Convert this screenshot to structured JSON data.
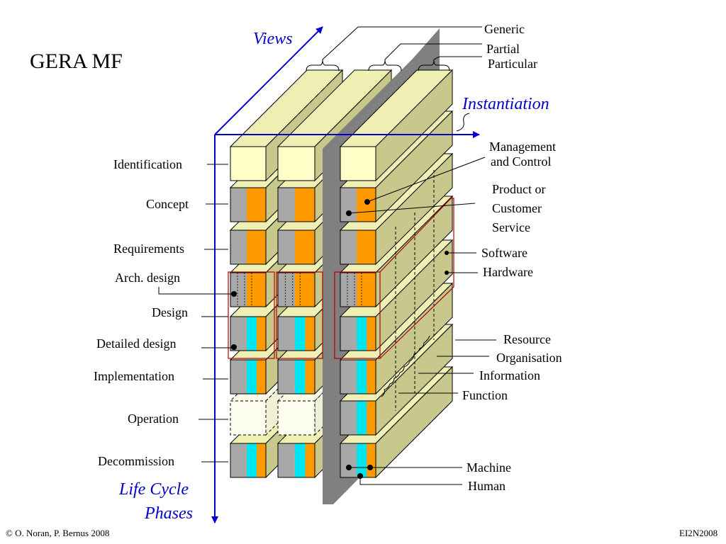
{
  "title": "GERA MF",
  "axes": {
    "views": "Views",
    "instantiation": "Instantiation",
    "life_cycle_line1": "Life Cycle",
    "life_cycle_line2": "Phases"
  },
  "views_levels": [
    "Generic",
    "Partial",
    "Particular"
  ],
  "phases": [
    "Identification",
    "Concept",
    "Requirements",
    "Arch. design",
    "Design",
    "Detailed design",
    "Implementation",
    "Operation",
    "Decommission"
  ],
  "right_labels": {
    "management_line1": "Management",
    "management_line2": "and Control",
    "product_line1": "Product or",
    "product_line2": "Customer",
    "product_line3": "Service",
    "software": "Software",
    "hardware": "Hardware",
    "resource": "Resource",
    "organisation": "Organisation",
    "information": "Information",
    "function": "Function",
    "machine": "Machine",
    "human": "Human"
  },
  "colors": {
    "axis": "#0000cc",
    "face_light": "#ffffc8",
    "face_side": "#c8c88c",
    "face_top": "#f0f0b4",
    "orange": "#ff9900",
    "cyan": "#00e6f0",
    "gray": "#a8a8a8",
    "plane": "#808080",
    "red": "#b40000"
  },
  "footer": {
    "left": "© O. Noran, P. Bernus 2008",
    "right": "EI2N2008"
  }
}
